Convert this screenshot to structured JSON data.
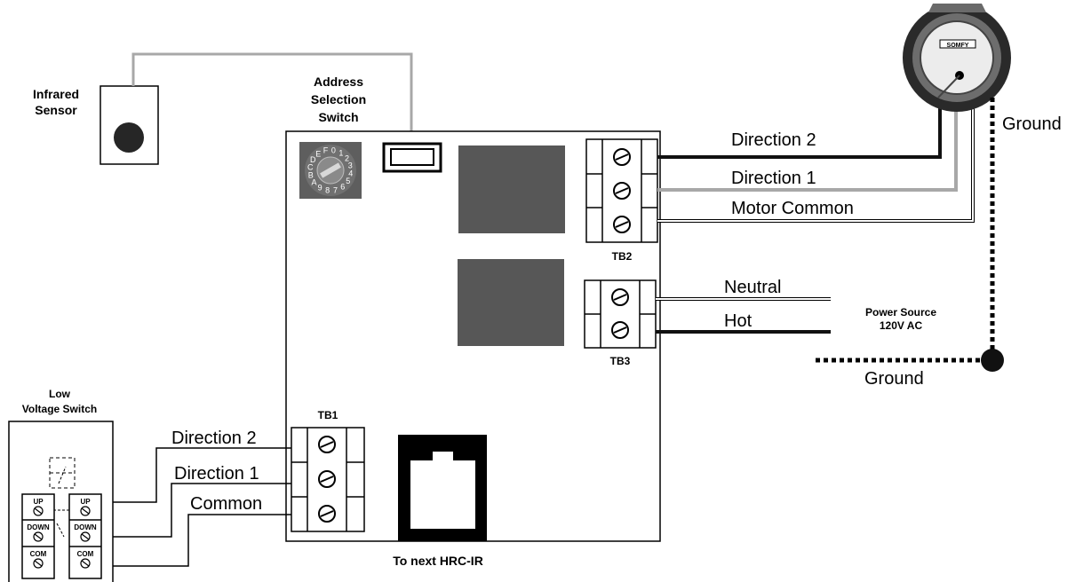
{
  "labels": {
    "infrared_sensor_line1": "Infrared",
    "infrared_sensor_line2": "Sensor",
    "address_line1": "Address",
    "address_line2": "Selection",
    "address_line3": "Switch",
    "direction2": "Direction 2",
    "direction1": "Direction 1",
    "motor_common": "Motor Common",
    "tb2": "TB2",
    "tb3": "TB3",
    "tb1": "TB1",
    "neutral": "Neutral",
    "hot": "Hot",
    "power_line1": "Power Source",
    "power_line2": "120V AC",
    "ground_top": "Ground",
    "ground_bottom": "Ground",
    "low_voltage_line1": "Low",
    "low_voltage_line2": "Voltage Switch",
    "lv_direction2": "Direction 2",
    "lv_direction1": "Direction 1",
    "lv_common": "Common",
    "to_next": "To next HRC-IR",
    "switch_up_left": "UP",
    "switch_up_right": "UP",
    "switch_down_left": "DOWN",
    "switch_down_right": "DOWN",
    "switch_com_left": "COM",
    "switch_com_right": "COM",
    "motor_brand": "SOMFY"
  },
  "dial_digits": [
    "0",
    "1",
    "2",
    "3",
    "4",
    "5",
    "6",
    "7",
    "8",
    "9",
    "A",
    "B",
    "C",
    "D",
    "E",
    "F"
  ],
  "colors": {
    "black_wire": "#111111",
    "gray_wire": "#a8a8a8",
    "relay": "#575757",
    "dial_bg": "#5e5e5e"
  }
}
